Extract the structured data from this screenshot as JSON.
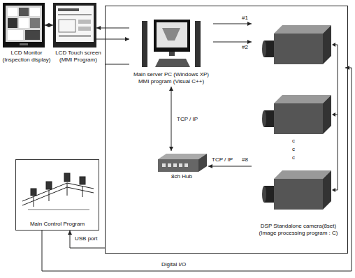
{
  "diagram": {
    "nodes": [
      {
        "text": [
          "LCD Monitor (Inspection display)"
        ]
      },
      {
        "text": [
          "LCD Touch screen (MMI Program)"
        ]
      },
      {
        "text": [
          "Main server PC (Windows XP) MMI program (Visual C++)"
        ]
      },
      {
        "text": [
          "8ch Hub"
        ]
      },
      {
        "text": [
          "DSP Standalone camera(8set) (Image processing program : C)"
        ]
      },
      {
        "text": [
          "Main Control Program"
        ]
      }
    ],
    "edges": [
      {
        "from": 0,
        "to": 1,
        "arrow": "both"
      },
      {
        "from": 2,
        "to": 1,
        "arrow": "to"
      },
      {
        "from": 1,
        "to": 2,
        "arrow": "to"
      },
      {
        "from": 2,
        "to": 3,
        "label": "TCP / IP",
        "arrow": "both"
      },
      {
        "from": 4,
        "to": 3,
        "label": "TCP / IP",
        "arrow": "to"
      },
      {
        "from": 2,
        "to": 4,
        "arrow": "to"
      },
      {
        "from": 2,
        "to": 4,
        "arrow": "to"
      },
      {
        "from": 2,
        "to": 5,
        "label": "USB port",
        "arrow": "to"
      },
      {
        "from": 5,
        "to": 4,
        "label": "Digital I/O",
        "arrow": "to"
      }
    ],
    "labels": [
      "#1",
      "#2",
      "#8",
      "c",
      "c",
      "c"
    ]
  }
}
